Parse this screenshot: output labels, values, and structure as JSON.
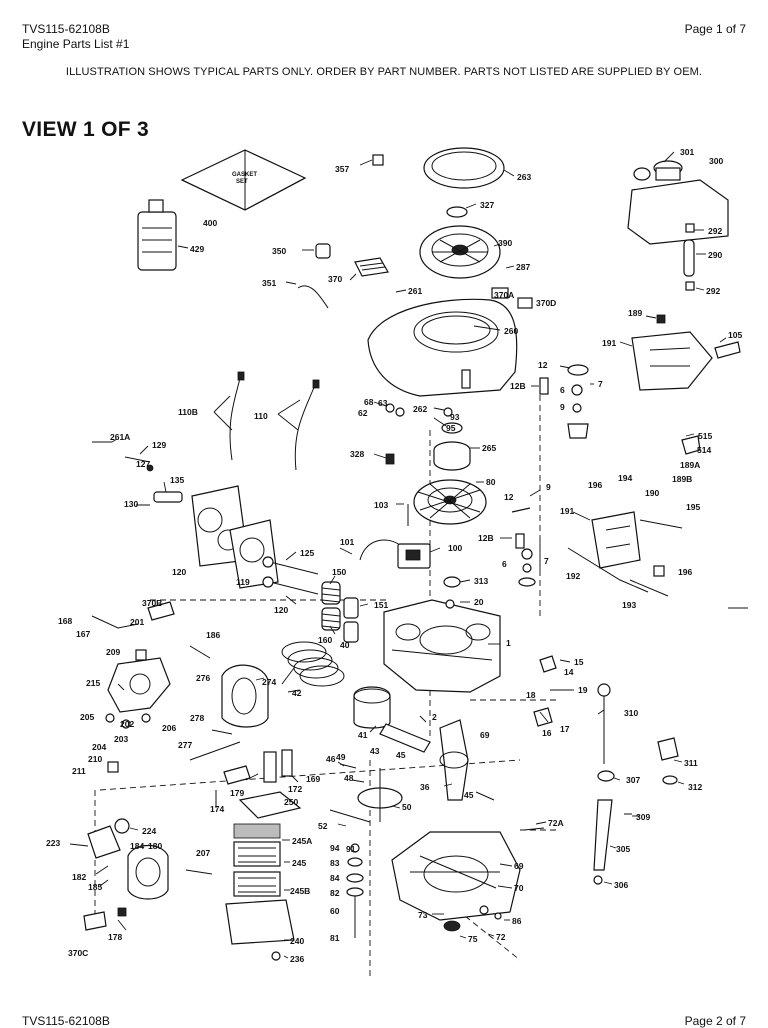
{
  "header": {
    "doc_id": "TVS115-62108B",
    "doc_subtitle": "Engine Parts List #1",
    "page": "Page 1 of 7"
  },
  "notice": "ILLUSTRATION SHOWS TYPICAL PARTS ONLY. ORDER BY PART NUMBER. PARTS NOT LISTED ARE SUPPLIED BY OEM.",
  "view_title": "VIEW 1 OF 3",
  "gasket_set_label": [
    "GASKET",
    "SET"
  ],
  "callouts": [
    "357",
    "263",
    "301",
    "300",
    "400",
    "327",
    "429",
    "390",
    "292",
    "290",
    "292",
    "350",
    "370",
    "287",
    "351",
    "261",
    "370A",
    "370D",
    "189",
    "260",
    "105",
    "191",
    "12",
    "7",
    "12B",
    "6",
    "9",
    "110B",
    "110",
    "68",
    "63",
    "62",
    "262",
    "93",
    "95",
    "261A",
    "129",
    "127",
    "328",
    "265",
    "515",
    "514",
    "189A",
    "189B",
    "194",
    "190",
    "196",
    "195",
    "135",
    "130",
    "103",
    "80",
    "12",
    "9",
    "12B",
    "6",
    "191",
    "120",
    "119",
    "101",
    "100",
    "7",
    "125",
    "150",
    "313",
    "20",
    "192",
    "196",
    "193",
    "370B",
    "168",
    "167",
    "201",
    "151",
    "120",
    "186",
    "209",
    "160",
    "40",
    "1",
    "276",
    "274",
    "42",
    "15",
    "14",
    "19",
    "215",
    "205",
    "202",
    "204",
    "203",
    "206",
    "278",
    "277",
    "41",
    "43",
    "2",
    "18",
    "17",
    "16",
    "310",
    "210",
    "211",
    "46",
    "45",
    "69",
    "49",
    "179",
    "172",
    "169",
    "48",
    "174",
    "250",
    "36",
    "45",
    "307",
    "311",
    "312",
    "52",
    "50",
    "91",
    "224",
    "245A",
    "72A",
    "309",
    "223",
    "184",
    "180",
    "207",
    "245",
    "94",
    "83",
    "84",
    "82",
    "60",
    "81",
    "305",
    "182",
    "185",
    "69",
    "70",
    "306",
    "245B",
    "178",
    "370C",
    "240",
    "73",
    "75",
    "72",
    "86",
    "236"
  ],
  "footer": {
    "doc_id": "TVS115-62108B",
    "page": "Page 2 of 7"
  }
}
